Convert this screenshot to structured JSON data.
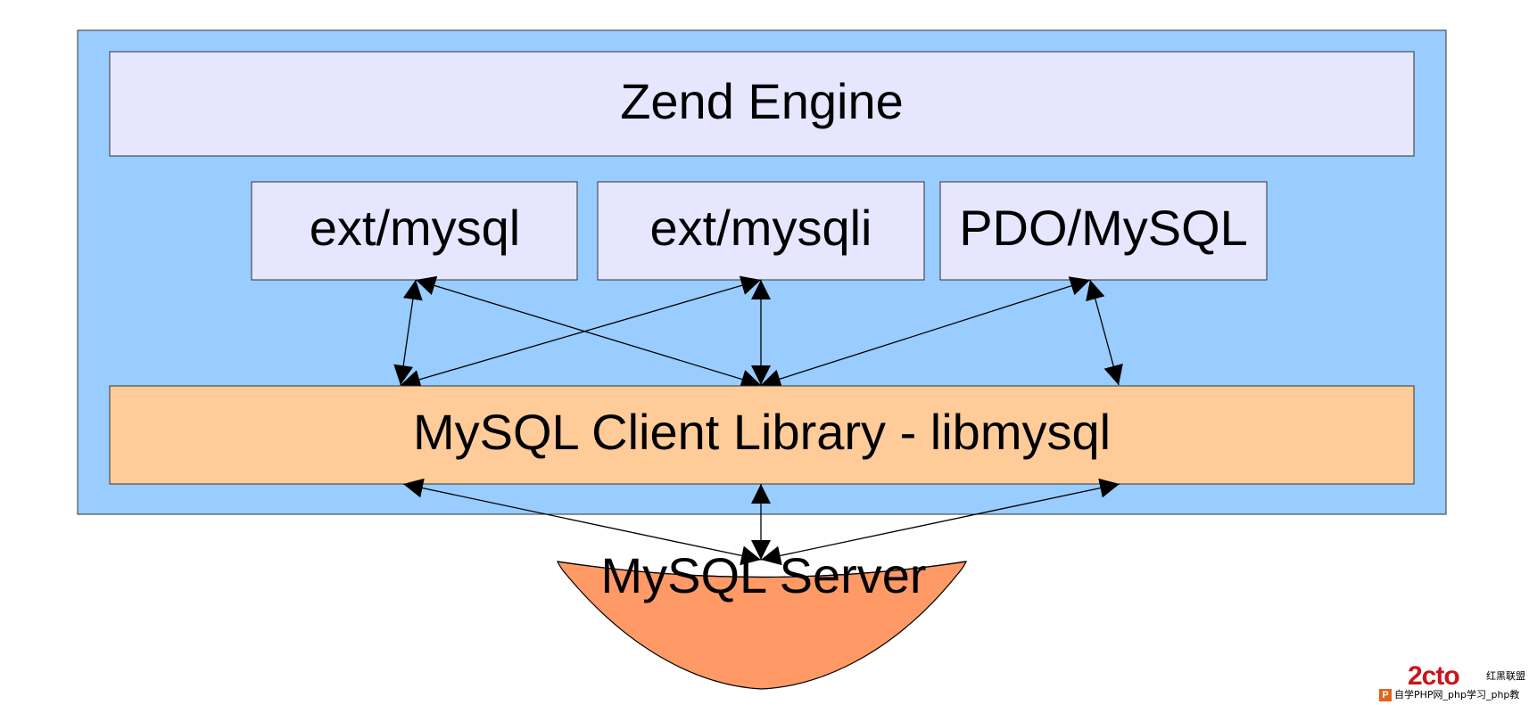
{
  "zend_engine": "Zend Engine",
  "extensions": [
    "ext/mysql",
    "ext/mysqli",
    "PDO/MySQL"
  ],
  "client_library": "MySQL Client Library - libmysql",
  "server": "MySQL Server",
  "watermark": {
    "logo": "2cto",
    "brand": "红黑联盟",
    "badge": "P",
    "text": "自学PHP网_php学习_php教"
  },
  "colors": {
    "container": "#99ccff",
    "zend_fill": "#e6e6ff",
    "ext_fill": "#e6e6ff",
    "library_fill": "#ffcc99",
    "server_fill": "#ff9966"
  }
}
